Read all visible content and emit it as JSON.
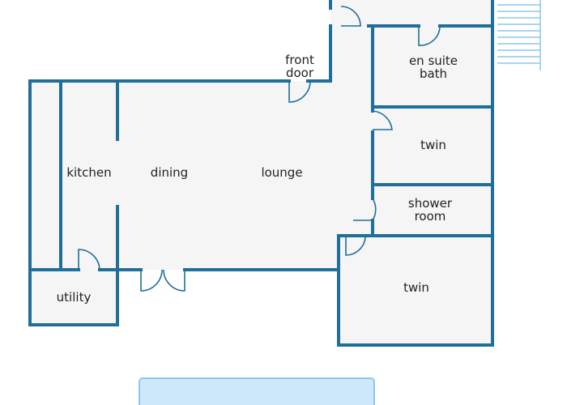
{
  "colors": {
    "wall": "#1f6f9a",
    "floor": "#f5f5f5",
    "door": "#1f6f9a",
    "pool_fill": "#cde8fa",
    "pool_edge": "#8ec6ec",
    "steps": "#8ec6ec",
    "background": "#ffffff"
  },
  "rooms": {
    "kitchen": "kitchen",
    "dining": "dining",
    "lounge": "lounge",
    "utility": "utility",
    "front_door": [
      "front",
      "door"
    ],
    "en_suite_bath": [
      "en suite",
      "bath"
    ],
    "twin_upper": "twin",
    "shower_room": [
      "shower",
      "room"
    ],
    "twin_lower": "twin"
  }
}
